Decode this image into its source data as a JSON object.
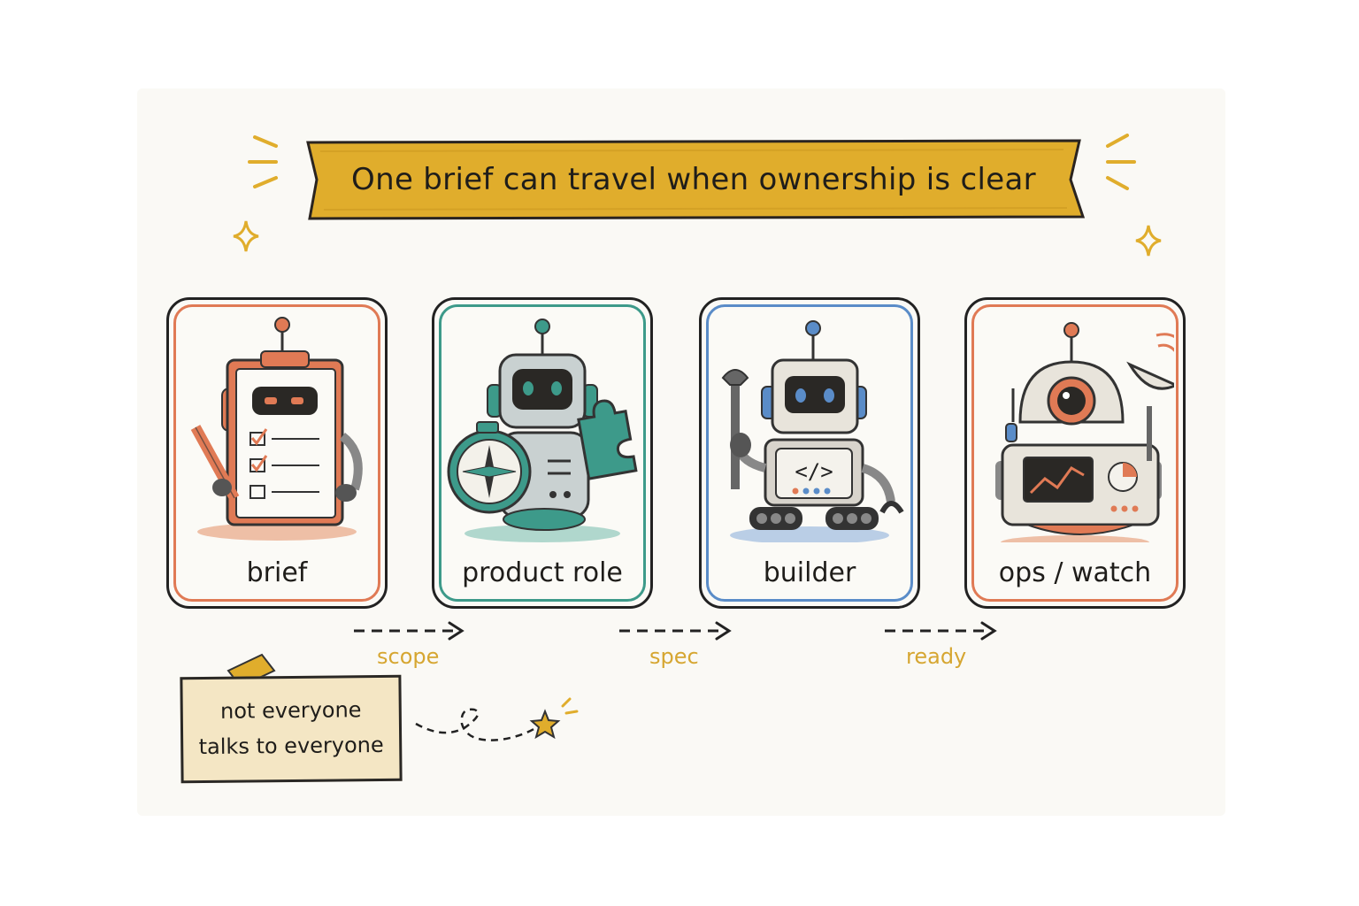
{
  "title": "One brief can travel when ownership is clear",
  "cards": [
    {
      "label": "brief",
      "color": "#e07a55"
    },
    {
      "label": "product role",
      "color": "#3d9a8a"
    },
    {
      "label": "builder",
      "color": "#5a8cc8"
    },
    {
      "label": "ops / watch",
      "color": "#e07a55"
    }
  ],
  "arrows": [
    {
      "label": "scope"
    },
    {
      "label": "spec"
    },
    {
      "label": "ready"
    }
  ],
  "note": {
    "line1": "not everyone",
    "line2": "talks to everyone"
  },
  "colors": {
    "banner": "#e0ad2c",
    "accent": "#d6a631",
    "ink": "#222222"
  }
}
